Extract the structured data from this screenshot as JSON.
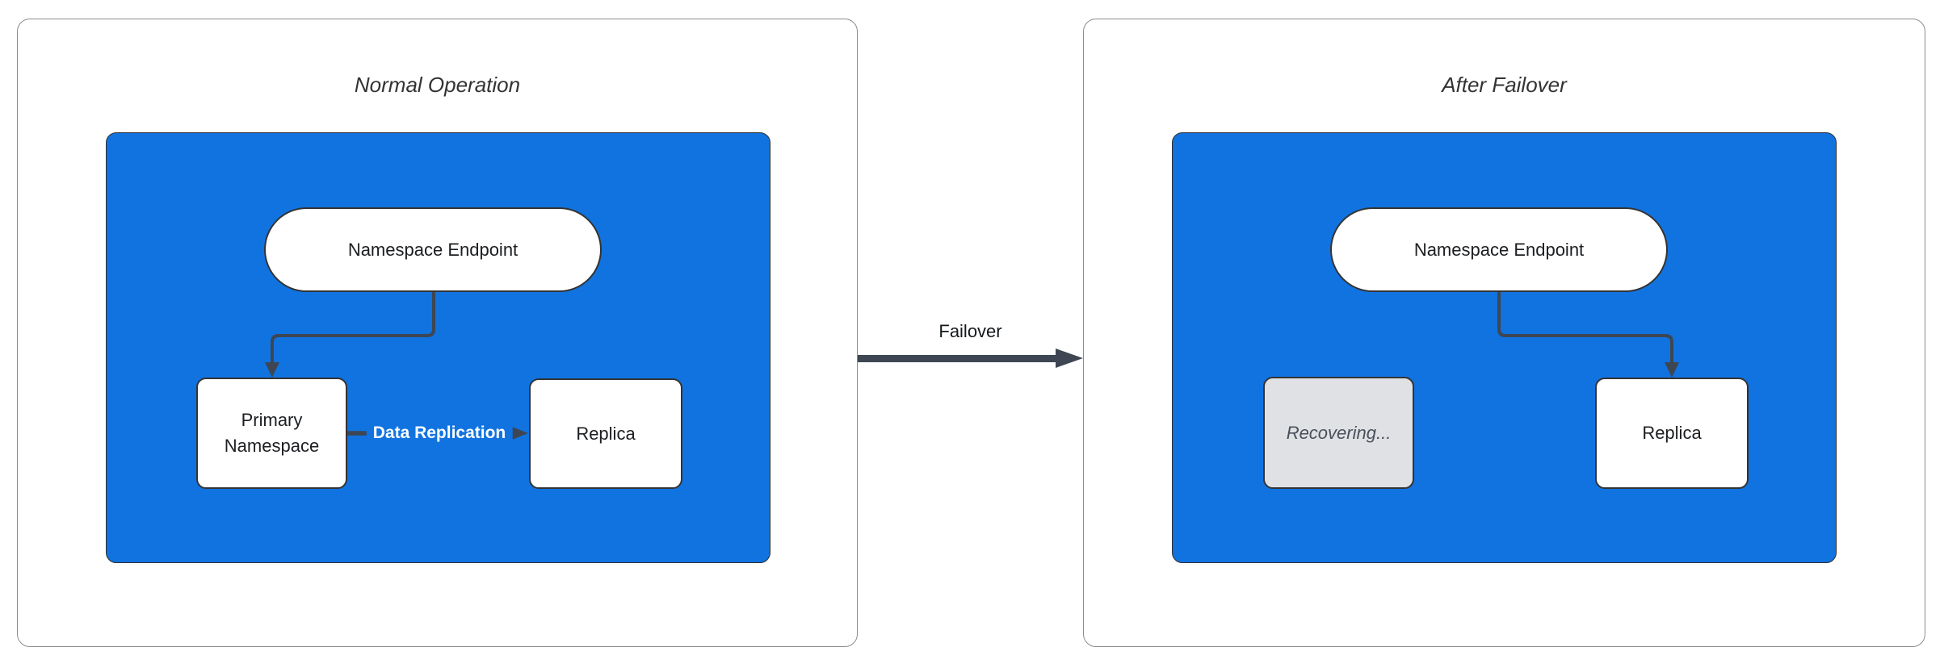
{
  "diagram": {
    "type": "failover-state-diagram",
    "panels": [
      {
        "title": "Normal Operation",
        "endpoint_label": "Namespace Endpoint",
        "primary_label": "Primary Namespace",
        "replica_label": "Replica",
        "replication_edge_label": "Data Replication"
      },
      {
        "title": "After Failover",
        "endpoint_label": "Namespace Endpoint",
        "recovering_label": "Recovering...",
        "replica_label": "Replica"
      }
    ],
    "transition_label": "Failover",
    "colors": {
      "container_fill": "#1173E0",
      "node_fill": "#FFFFFF",
      "node_border": "#333333",
      "node_text": "#1C1E21",
      "disabled_fill": "#E0E1E4",
      "disabled_text": "#49505A",
      "edge": "#3E4653",
      "edge_label_text": "#FFFFFF",
      "panel_border": "#8C8C8C",
      "title_text": "#333333"
    }
  }
}
